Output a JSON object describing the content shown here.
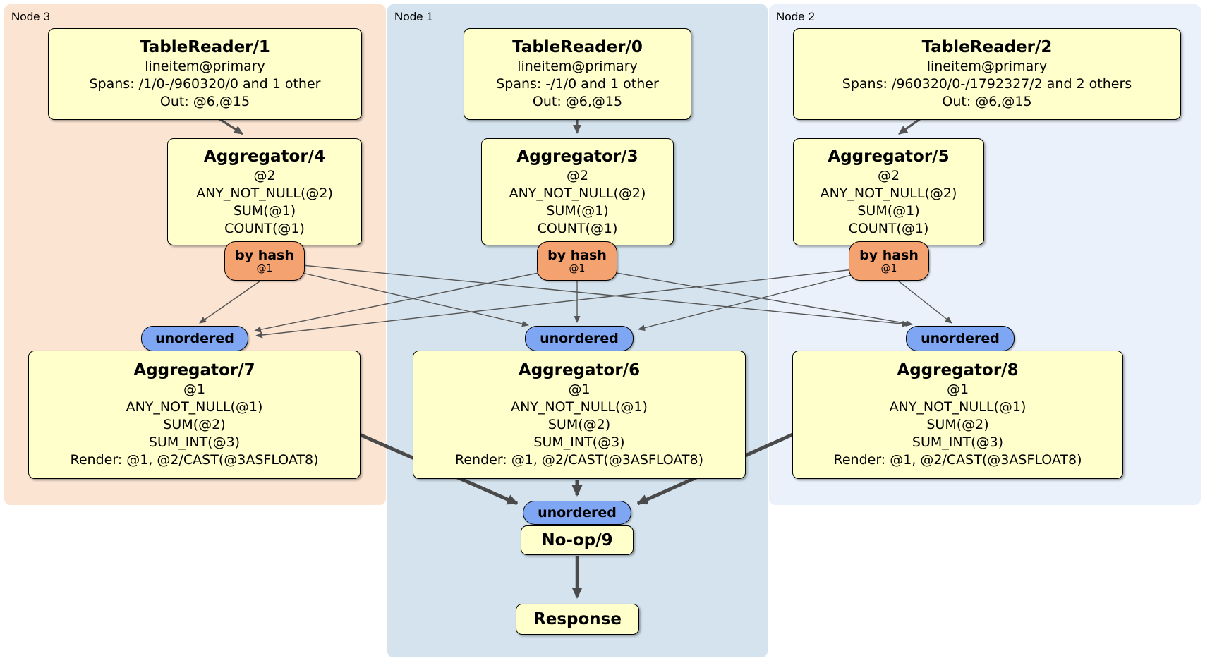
{
  "colors": {
    "node3_bg": "#FCE4D3",
    "node1_bg": "#D4E3ED",
    "node2_bg": "#EAF1FA",
    "box_bg": "#FFFFCC",
    "router_bg": "#F5A271",
    "sync_bg": "#7EA6F3",
    "edge": "#555555",
    "edge_thick": "#4A4A4A"
  },
  "nodes": [
    {
      "label": "Node 3",
      "table_reader": {
        "title": "TableReader/1",
        "lines": [
          "lineitem@primary",
          "Spans: /1/0-/960320/0 and 1 other",
          "Out: @6,@15"
        ]
      },
      "aggregator_top": {
        "title": "Aggregator/4",
        "lines": [
          "@2",
          "ANY_NOT_NULL(@2)",
          "SUM(@1)",
          "COUNT(@1)"
        ]
      },
      "router": {
        "label": "by hash",
        "detail": "@1"
      },
      "sync": {
        "label": "unordered"
      },
      "aggregator_bottom": {
        "title": "Aggregator/7",
        "lines": [
          "@1",
          "ANY_NOT_NULL(@1)",
          "SUM(@2)",
          "SUM_INT(@3)",
          "Render: @1, @2/CAST(@3ASFLOAT8)"
        ]
      }
    },
    {
      "label": "Node 1",
      "table_reader": {
        "title": "TableReader/0",
        "lines": [
          "lineitem@primary",
          "Spans: -/1/0 and 1 other",
          "Out: @6,@15"
        ]
      },
      "aggregator_top": {
        "title": "Aggregator/3",
        "lines": [
          "@2",
          "ANY_NOT_NULL(@2)",
          "SUM(@1)",
          "COUNT(@1)"
        ]
      },
      "router": {
        "label": "by hash",
        "detail": "@1"
      },
      "sync": {
        "label": "unordered"
      },
      "aggregator_bottom": {
        "title": "Aggregator/6",
        "lines": [
          "@1",
          "ANY_NOT_NULL(@1)",
          "SUM(@2)",
          "SUM_INT(@3)",
          "Render: @1, @2/CAST(@3ASFLOAT8)"
        ]
      },
      "final_sync": {
        "label": "unordered"
      },
      "noop": {
        "title": "No-op/9"
      },
      "response": {
        "title": "Response"
      }
    },
    {
      "label": "Node 2",
      "table_reader": {
        "title": "TableReader/2",
        "lines": [
          "lineitem@primary",
          "Spans: /960320/0-/1792327/2 and 2 others",
          "Out: @6,@15"
        ]
      },
      "aggregator_top": {
        "title": "Aggregator/5",
        "lines": [
          "@2",
          "ANY_NOT_NULL(@2)",
          "SUM(@1)",
          "COUNT(@1)"
        ]
      },
      "router": {
        "label": "by hash",
        "detail": "@1"
      },
      "sync": {
        "label": "unordered"
      },
      "aggregator_bottom": {
        "title": "Aggregator/8",
        "lines": [
          "@1",
          "ANY_NOT_NULL(@1)",
          "SUM(@2)",
          "SUM_INT(@3)",
          "Render: @1, @2/CAST(@3ASFLOAT8)"
        ]
      }
    }
  ]
}
